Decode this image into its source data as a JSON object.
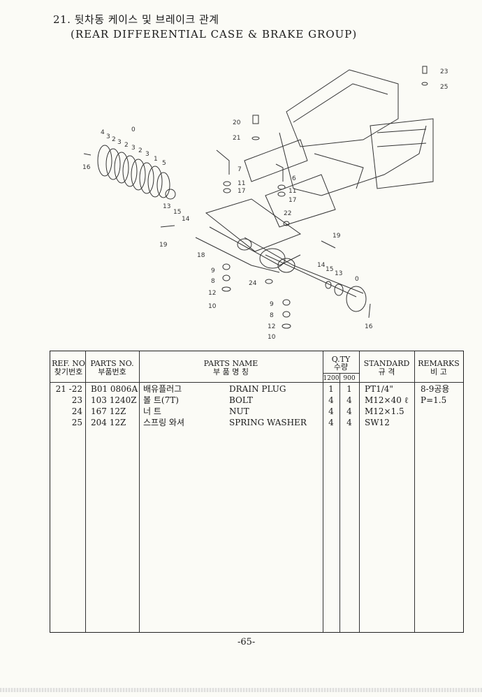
{
  "header": {
    "title": "21. 뒷차동 케이스 및 브레이크 관계",
    "subtitle": "(REAR DIFFERENTIAL CASE & BRAKE GROUP)"
  },
  "diagram_callouts": [
    "23",
    "25",
    "20",
    "21",
    "0",
    "4",
    "3",
    "2",
    "3",
    "2",
    "3",
    "2",
    "3",
    "1",
    "5",
    "16",
    "7",
    "11",
    "17",
    "6",
    "11",
    "17",
    "13",
    "15",
    "14",
    "22",
    "19",
    "18",
    "19",
    "9",
    "8",
    "12",
    "10",
    "24",
    "9",
    "8",
    "12",
    "10",
    "14",
    "15",
    "13",
    "0",
    "16"
  ],
  "table": {
    "headers": {
      "ref_no": "REF. NO",
      "ref_no_kr": "찾기번호",
      "parts_no": "PARTS NO.",
      "parts_no_kr": "부품번호",
      "parts_name": "PARTS NAME",
      "parts_name_kr": "부   품   명   칭",
      "qty": "Q.TY",
      "qty_kr": "수량",
      "qty_1200": "1200",
      "qty_900": "900",
      "standard": "STANDARD",
      "standard_kr": "규   격",
      "remarks": "REMARKS",
      "remarks_kr": "비   고"
    },
    "rows": [
      {
        "ref": "21 -22",
        "parts_no": "B01 0806A",
        "name_kr": "배유플러그",
        "name_en": "DRAIN PLUG",
        "q1200": "1",
        "q900": "1",
        "standard": "PT1/4\"",
        "remarks": "8-9공용"
      },
      {
        "ref": "23",
        "parts_no": "103 1240Z",
        "name_kr": "볼    트(7T)",
        "name_en": "BOLT",
        "q1200": "4",
        "q900": "4",
        "standard": "M12×40 ℓ",
        "remarks": "P=1.5"
      },
      {
        "ref": "24",
        "parts_no": "167 12Z",
        "name_kr": "너    트",
        "name_en": "NUT",
        "q1200": "4",
        "q900": "4",
        "standard": "M12×1.5",
        "remarks": ""
      },
      {
        "ref": "25",
        "parts_no": "204 12Z",
        "name_kr": "스프링 와셔",
        "name_en": "SPRING WASHER",
        "q1200": "4",
        "q900": "4",
        "standard": "SW12",
        "remarks": ""
      }
    ]
  },
  "footer": {
    "page": "-65-"
  }
}
